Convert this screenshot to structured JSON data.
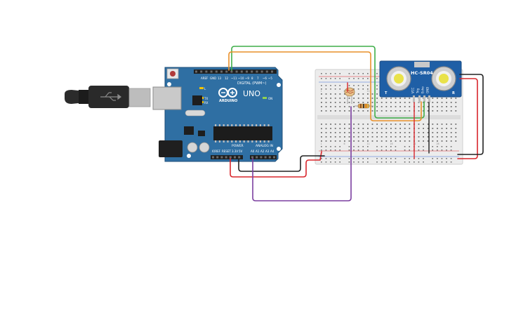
{
  "arduino": {
    "brand": "ARDUINO",
    "model": "UNO",
    "digital_header_label": "DIGITAL (PWM~)",
    "power_header_label": "POWER",
    "analog_header_label": "ANALOG IN",
    "on_label": "ON",
    "tx_label": "TX",
    "rx_label": "RX",
    "l_label": "L",
    "color": "#2f6fa3"
  },
  "sensor": {
    "model": "HC-SR04",
    "pin_labels": [
      "VCC",
      "Trig",
      "Echo",
      "GND"
    ],
    "left_mark": "T",
    "right_mark": "R",
    "color": "#1f5fa6"
  },
  "wires": {
    "green": "#3fae49",
    "orange": "#e9902a",
    "red": "#d9262c",
    "black": "#222222",
    "purple": "#7b3fa0"
  },
  "icons": [
    "usb-cable-icon",
    "usb-symbol-icon",
    "photoresistor-icon",
    "resistor-icon"
  ]
}
